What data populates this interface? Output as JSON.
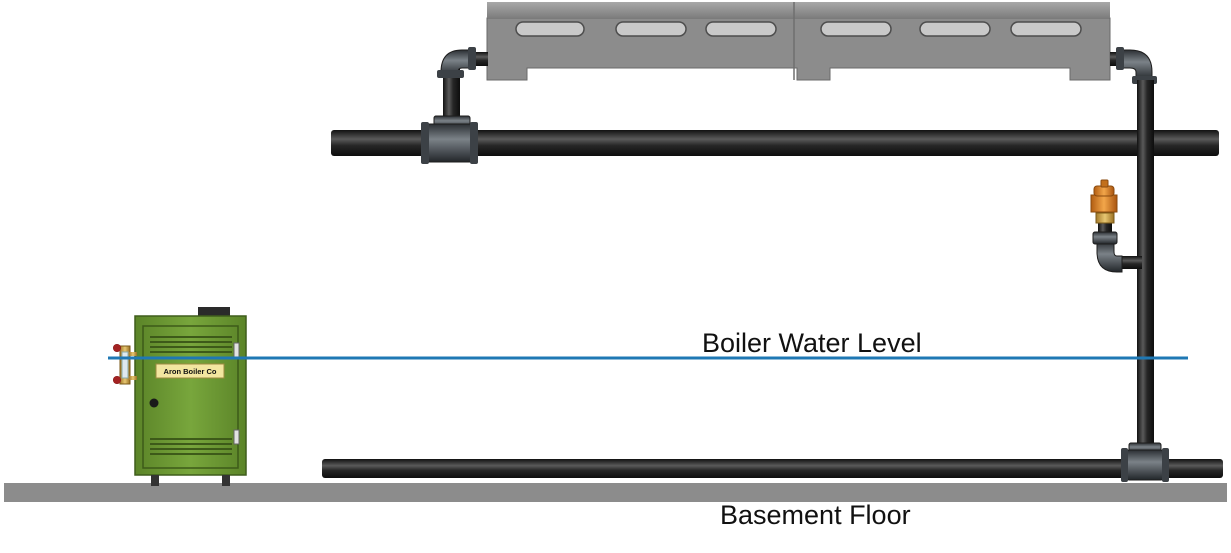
{
  "labels": {
    "water_level": "Boiler Water Level",
    "floor": "Basement Floor"
  },
  "boiler": {
    "nameplate": "Aron Boiler Co"
  },
  "colors": {
    "pipe": "#2a2a2a",
    "boiler_green": "#6e9a35",
    "water_line": "#1f78b4",
    "floor": "#8c8c8c",
    "radiator": "#8f8f8f",
    "vent_valve": "#e08a2c"
  }
}
